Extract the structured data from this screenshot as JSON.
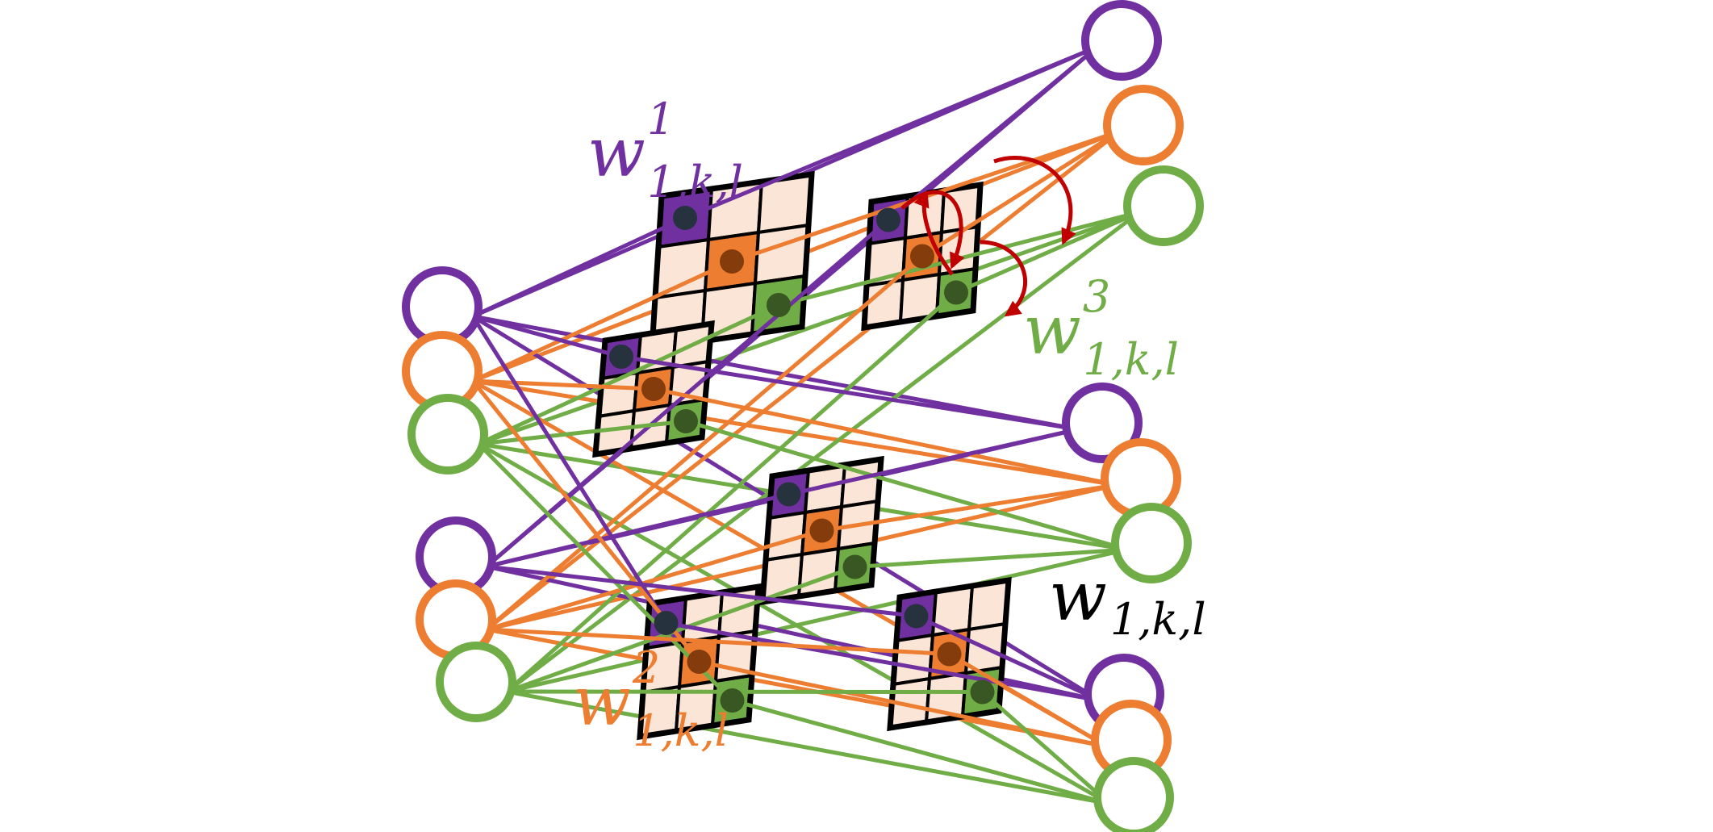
{
  "colors": {
    "purple": "#7030a0",
    "orange": "#ed7d31",
    "green": "#70ad47",
    "cell_fill": "#fbe5d6",
    "dot": "#27323f",
    "dot_orange": "#843c0c",
    "dot_green": "#385723",
    "arrow": "#c00000",
    "grid_border": "#000000"
  },
  "labels": {
    "w1": {
      "base": "w",
      "sup": "1",
      "sub": "1,k,l",
      "color": "purple"
    },
    "w2": {
      "base": "w",
      "sup": "2",
      "sub": "1,k,l",
      "color": "orange"
    },
    "w3": {
      "base": "w",
      "sup": "3",
      "sub": "1,k,l",
      "color": "green"
    },
    "w": {
      "base": "w",
      "sup": "",
      "sub": "1,k,l",
      "color": "black"
    }
  },
  "kernels": [
    {
      "name": "kernel-top-back",
      "highlighted": [
        "purple",
        "orange",
        "green"
      ]
    },
    {
      "name": "kernel-top-right",
      "highlighted": [
        "purple",
        "orange",
        "green"
      ]
    },
    {
      "name": "kernel-mid-left",
      "highlighted": [
        "purple",
        "orange",
        "green"
      ]
    },
    {
      "name": "kernel-center",
      "highlighted": [
        "purple",
        "orange",
        "green"
      ]
    },
    {
      "name": "kernel-bottom-left",
      "highlighted": [
        "purple",
        "orange",
        "green"
      ]
    },
    {
      "name": "kernel-bottom-right",
      "highlighted": [
        "purple",
        "orange",
        "green"
      ]
    }
  ],
  "node_groups": [
    {
      "name": "left-upper-nodes",
      "colors": [
        "purple",
        "orange",
        "green"
      ]
    },
    {
      "name": "left-lower-nodes",
      "colors": [
        "purple",
        "orange",
        "green"
      ]
    },
    {
      "name": "right-top-nodes",
      "colors": [
        "purple",
        "orange",
        "green"
      ]
    },
    {
      "name": "right-middle-nodes",
      "colors": [
        "purple",
        "orange",
        "green"
      ]
    },
    {
      "name": "right-bottom-nodes",
      "colors": [
        "purple",
        "orange",
        "green"
      ]
    }
  ]
}
